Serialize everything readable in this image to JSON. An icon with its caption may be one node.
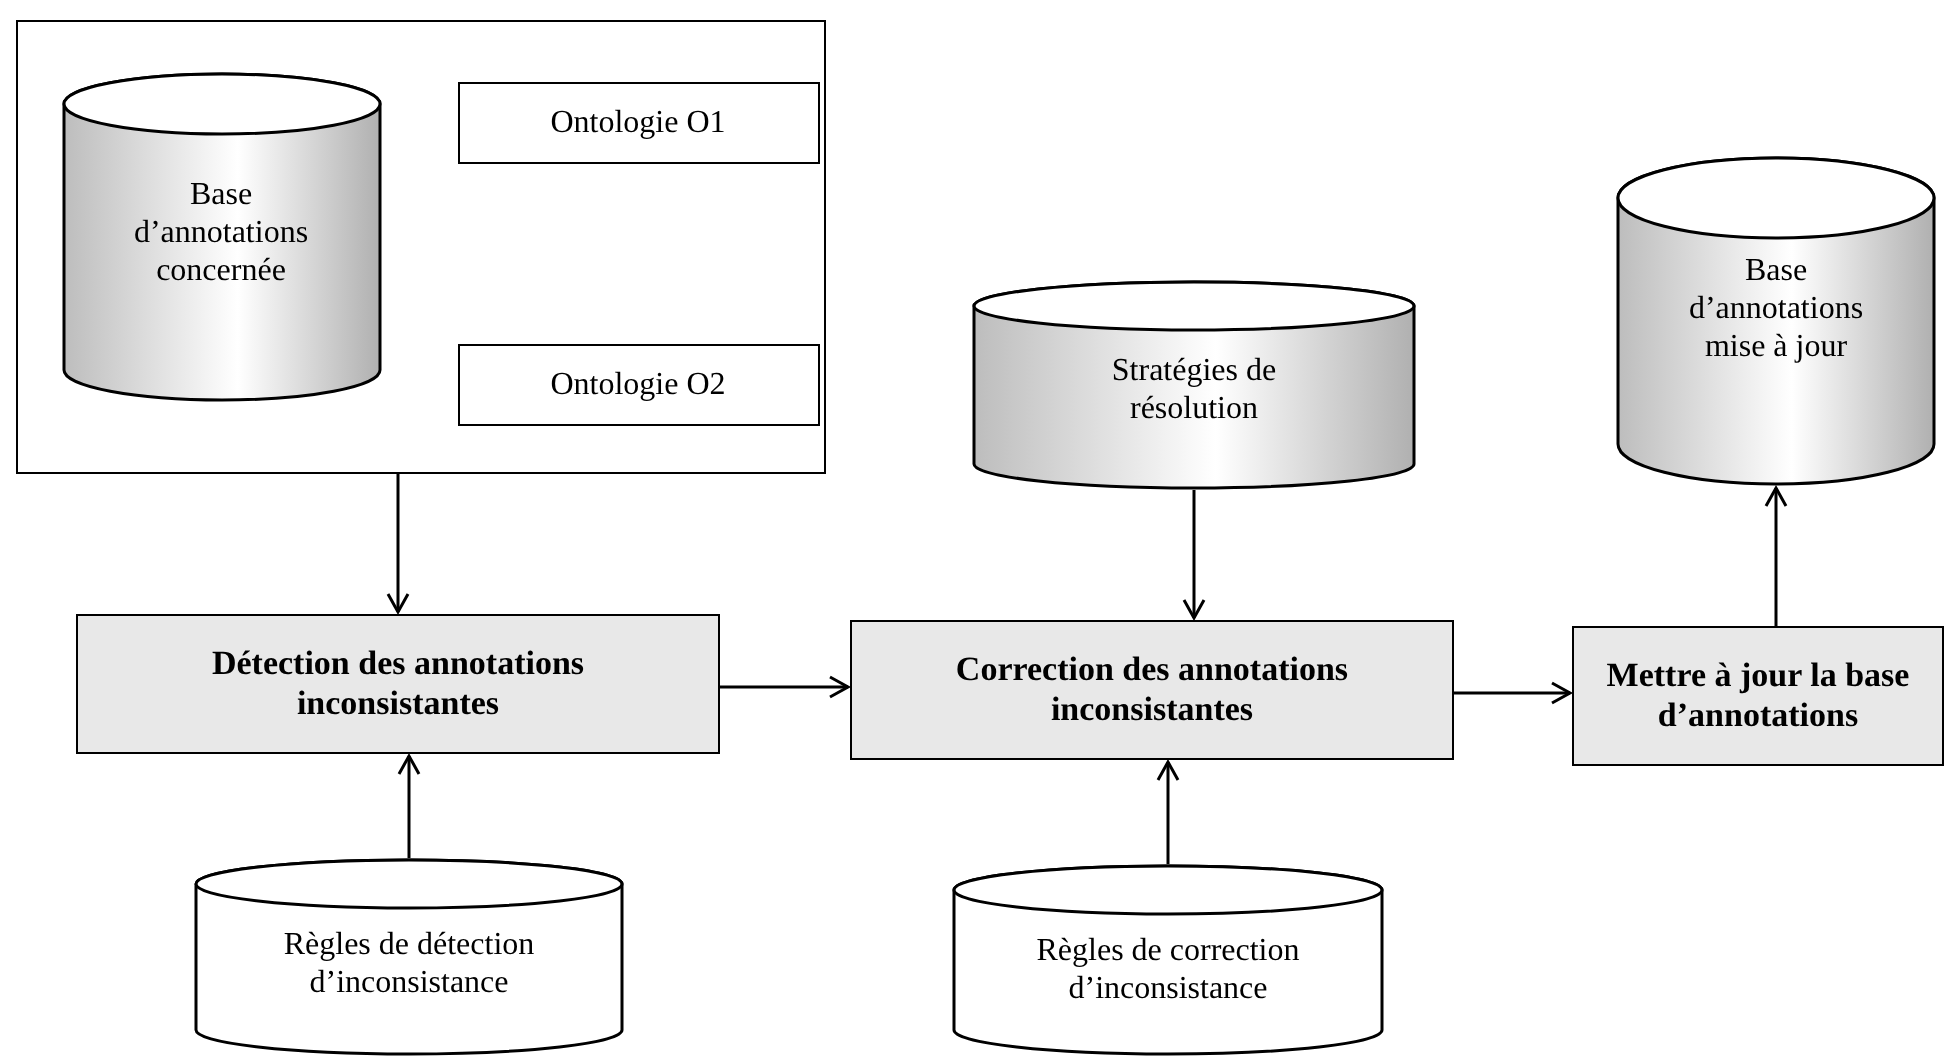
{
  "diagram": {
    "nodes": [
      {
        "text": [],
        "shape": "box"
      },
      {
        "text": [
          "Base d’annotations concernée"
        ],
        "in": 0
      },
      {
        "text": [
          "Ontologie O1"
        ],
        "in": 0
      },
      {
        "text": [
          "Ontologie O2"
        ],
        "in": 0
      },
      {
        "text": [
          "Détection des annotations inconsistantes"
        ]
      },
      {
        "text": [
          "Stratégies de résolution"
        ]
      },
      {
        "text": [
          "Correction des annotations inconsistantes"
        ]
      },
      {
        "text": [
          "Mettre à jour la base d’annotations"
        ]
      },
      {
        "text": [
          "Base d’annotations mise à jour"
        ]
      },
      {
        "text": [
          "Règles de détection d’inconsistance"
        ]
      },
      {
        "text": [
          "Règles de correction d’inconsistance"
        ]
      }
    ],
    "edges": [
      {
        "from": 0,
        "to": 4,
        "arrow": "to"
      },
      {
        "from": 9,
        "to": 4,
        "arrow": "to"
      },
      {
        "from": 4,
        "to": 6,
        "arrow": "to"
      },
      {
        "from": 5,
        "to": 6,
        "arrow": "to"
      },
      {
        "from": 10,
        "to": 6,
        "arrow": "to"
      },
      {
        "from": 6,
        "to": 7,
        "arrow": "to"
      },
      {
        "from": 7,
        "to": 8,
        "arrow": "to"
      }
    ]
  }
}
